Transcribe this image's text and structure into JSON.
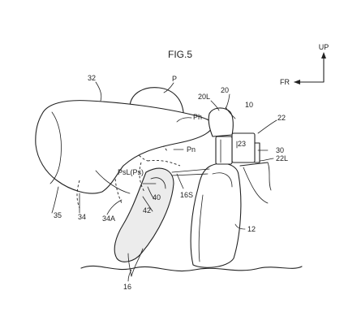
{
  "figure": {
    "title": "FIG.5",
    "direction": {
      "up": "UP",
      "front": "FR"
    },
    "labels": {
      "l32": "32",
      "lP": "P",
      "lPh": "Ph",
      "lPn": "Pn",
      "l20L": "20L",
      "l20": "20",
      "l10": "10",
      "l22": "22",
      "l23": "23",
      "l30": "30",
      "l22L": "22L",
      "lPsL": "PsL(Ps)",
      "l16S": "16S",
      "l40": "40",
      "l42": "42",
      "l35": "35",
      "l34": "34",
      "l34A": "34A",
      "l12": "12",
      "l16": "16"
    }
  }
}
